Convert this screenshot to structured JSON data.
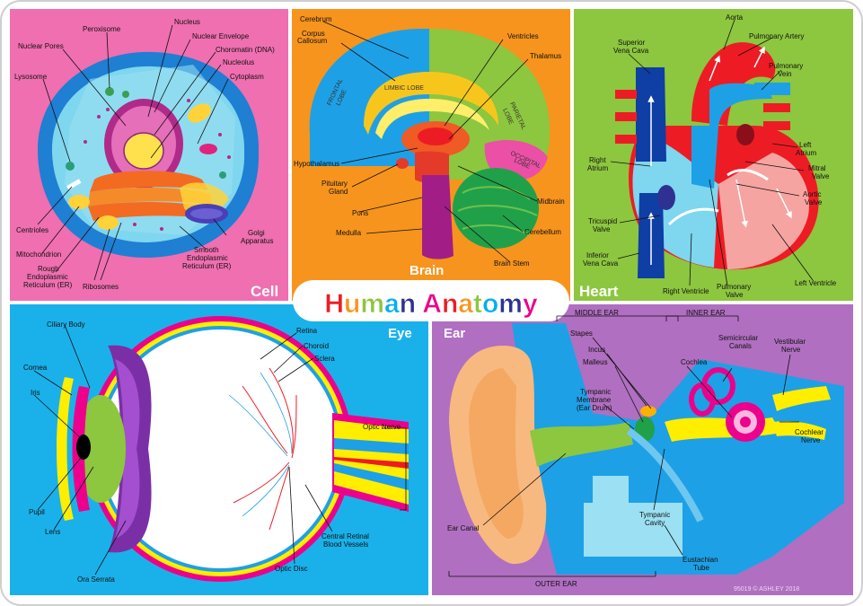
{
  "title": {
    "letters": [
      "H",
      "u",
      "m",
      "a",
      "n",
      " ",
      "A",
      "n",
      "a",
      "t",
      "o",
      "m",
      "y"
    ]
  },
  "colors": {
    "cell_bg": "#ef6fb0",
    "brain_bg": "#f7941d",
    "heart_bg": "#8dc63f",
    "eye_bg": "#1ab1ea",
    "ear_bg": "#b06fc1",
    "title_palette": [
      "#ed1c24",
      "#f7941d",
      "#8dc63f",
      "#00aeef",
      "#2e3192",
      "#ec008c",
      "#ed1c24",
      "#f7941d",
      "#8dc63f",
      "#00aeef",
      "#2e3192",
      "#ec008c"
    ]
  },
  "footer": "95019 © ASHLEY 2018",
  "cell": {
    "title": "Cell",
    "labels": {
      "peroxisome": "Peroxisome",
      "nucleus": "Nucleus",
      "nuclear_pores": "Nuclear Pores",
      "nuclear_envelope": "Nuclear Envelope",
      "chromatin": "Choromatin (DNA)",
      "nucleolus": "Nucleolus",
      "lysosome": "Lysosome",
      "cytoplasm": "Cytoplasm",
      "centrioles": "Centrioles",
      "golgi": [
        "Golgi",
        "Apparatus"
      ],
      "mitochondrion": "Mitochondrion",
      "rough_er": [
        "Rough",
        "Endoplasmic",
        "Reticulum (ER)"
      ],
      "ribosomes": "Ribosomes",
      "smooth_er": [
        "Smooth",
        "Endoplasmic",
        "Reticulum (ER)"
      ]
    }
  },
  "brain": {
    "title": "Brain",
    "labels": {
      "cerebrum": "Cerebrum",
      "corpus": [
        "Corpus",
        "Callosum"
      ],
      "ventricles": "Ventricles",
      "thalamus": "Thalamus",
      "hypothalamus": "Hypothalamus",
      "pituitary": [
        "Pituitary",
        "Gland"
      ],
      "pons": "Pons",
      "medulla": "Medulla",
      "midbrain": "Midbrain",
      "cerebellum": "Cerebellum",
      "brain_stem": "Brain Stem"
    },
    "lobes": {
      "frontal": [
        "FRONTAL",
        "LOBE"
      ],
      "limbic": "LIMBIC LOBE",
      "parietal": [
        "PARIETAL",
        "LOBE"
      ],
      "occipital": [
        "OCCIPITAL",
        "LOBE"
      ]
    }
  },
  "heart": {
    "title": "Heart",
    "labels": {
      "aorta": "Aorta",
      "svc": [
        "Superior",
        "Vena Cava"
      ],
      "pulm_artery": "Pulmonary Artery",
      "pulm_vein": [
        "Pulmonary",
        "Vein"
      ],
      "left_atrium": [
        "Left",
        "Atrium"
      ],
      "right_atrium": [
        "Right",
        "Atrium"
      ],
      "mitral": [
        "Mitral",
        "Valve"
      ],
      "aortic": [
        "Aortic",
        "Valve"
      ],
      "tricuspid": [
        "Tricuspid",
        "Valve"
      ],
      "ivc": [
        "Inferior",
        "Vena Cava"
      ],
      "right_ventricle": "Right Ventricle",
      "pulm_valve": [
        "Pulmonary",
        "Valve"
      ],
      "left_ventricle": "Left Ventricle"
    }
  },
  "eye": {
    "title": "Eye",
    "labels": {
      "ciliary": "Ciliary Body",
      "retina": "Retina",
      "choroid": "Choroid",
      "sclera": "Sclera",
      "cornea": "Cornea",
      "iris": "Iris",
      "optic_nerve": "Optic Nerve",
      "pupil": "Pupil",
      "lens": "Lens",
      "central_retinal": [
        "Central Retinal",
        "Blood Vessels"
      ],
      "optic_disc": "Optic Disc",
      "ora_serrata": "Ora Serrata"
    }
  },
  "ear": {
    "title": "Ear",
    "labels": {
      "middle_ear": "MIDDLE EAR",
      "inner_ear": "INNER EAR",
      "outer_ear": "OUTER EAR",
      "stapes": "Stapes",
      "incus": "Incus",
      "malleus": "Malleus",
      "cochlea": "Cochlea",
      "semicircular": [
        "Semicircular",
        "Canals"
      ],
      "vestibular": [
        "Vestibular",
        "Nerve"
      ],
      "tympanic_membrane": [
        "Tympanic",
        "Membrane",
        "(Ear Drum)"
      ],
      "cochlear_nerve": [
        "Cochlear",
        "Nerve"
      ],
      "ear_canal": "Ear Canal",
      "tympanic_cavity": [
        "Tympanic",
        "Cavity"
      ],
      "eustachian": [
        "Eustachian",
        "Tube"
      ]
    }
  }
}
